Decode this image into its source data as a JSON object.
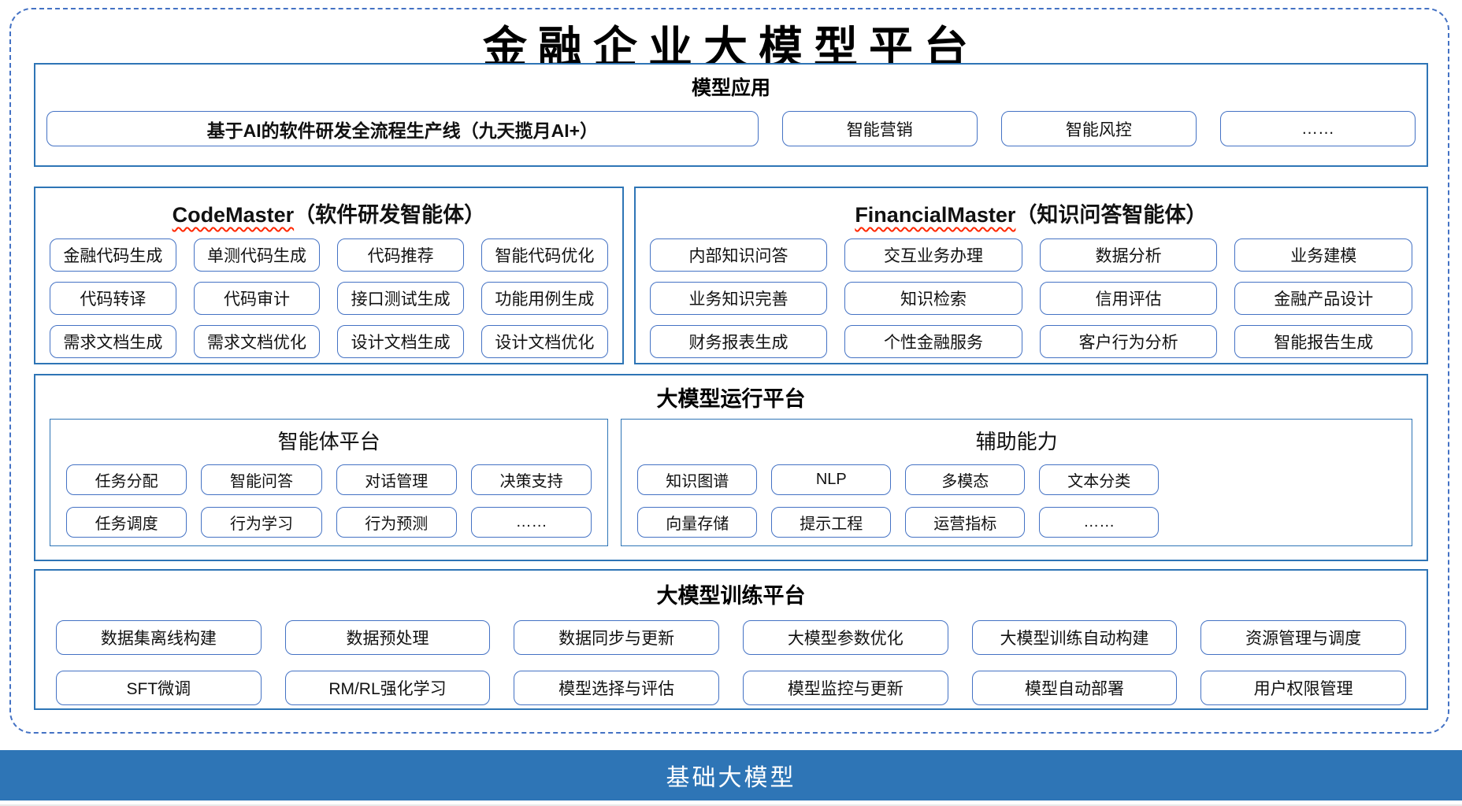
{
  "title": "金融企业大模型平台",
  "colors": {
    "frame_border": "#4472C4",
    "section_border": "#2E75B6",
    "item_border": "#4472C4",
    "base_bar": "#2E75B6",
    "wavy": "#FF2600"
  },
  "model_app": {
    "header": "模型应用",
    "pipeline": "基于AI的软件研发全流程生产线（九天揽月AI+）",
    "items": [
      "智能营销",
      "智能风控",
      "……"
    ]
  },
  "code_master": {
    "title_en": "CodeMaster",
    "title_zh": "（软件研发智能体）",
    "items": [
      "金融代码生成",
      "单测代码生成",
      "代码推荐",
      "智能代码优化",
      "代码转译",
      "代码审计",
      "接口测试生成",
      "功能用例生成",
      "需求文档生成",
      "需求文档优化",
      "设计文档生成",
      "设计文档优化"
    ]
  },
  "financial_master": {
    "title_en": "FinancialMaster",
    "title_zh": "（知识问答智能体）",
    "items": [
      "内部知识问答",
      "交互业务办理",
      "数据分析",
      "业务建模",
      "业务知识完善",
      "知识检索",
      "信用评估",
      "金融产品设计",
      "财务报表生成",
      "个性金融服务",
      "客户行为分析",
      "智能报告生成"
    ]
  },
  "runtime_platform": {
    "header": "大模型运行平台",
    "agent_platform": {
      "header": "智能体平台",
      "items": [
        "任务分配",
        "智能问答",
        "对话管理",
        "决策支持",
        "任务调度",
        "行为学习",
        "行为预测",
        "……"
      ]
    },
    "aux_capability": {
      "header": "辅助能力",
      "items": [
        "知识图谱",
        "NLP",
        "多模态",
        "文本分类",
        "向量存储",
        "提示工程",
        "运营指标",
        "……"
      ]
    }
  },
  "training_platform": {
    "header": "大模型训练平台",
    "items": [
      "数据集离线构建",
      "数据预处理",
      "数据同步与更新",
      "大模型参数优化",
      "大模型训练自动构建",
      "资源管理与调度",
      "SFT微调",
      "RM/RL强化学习",
      "模型选择与评估",
      "模型监控与更新",
      "模型自动部署",
      "用户权限管理"
    ]
  },
  "base_model_bar": {
    "label": "基础大模型"
  }
}
